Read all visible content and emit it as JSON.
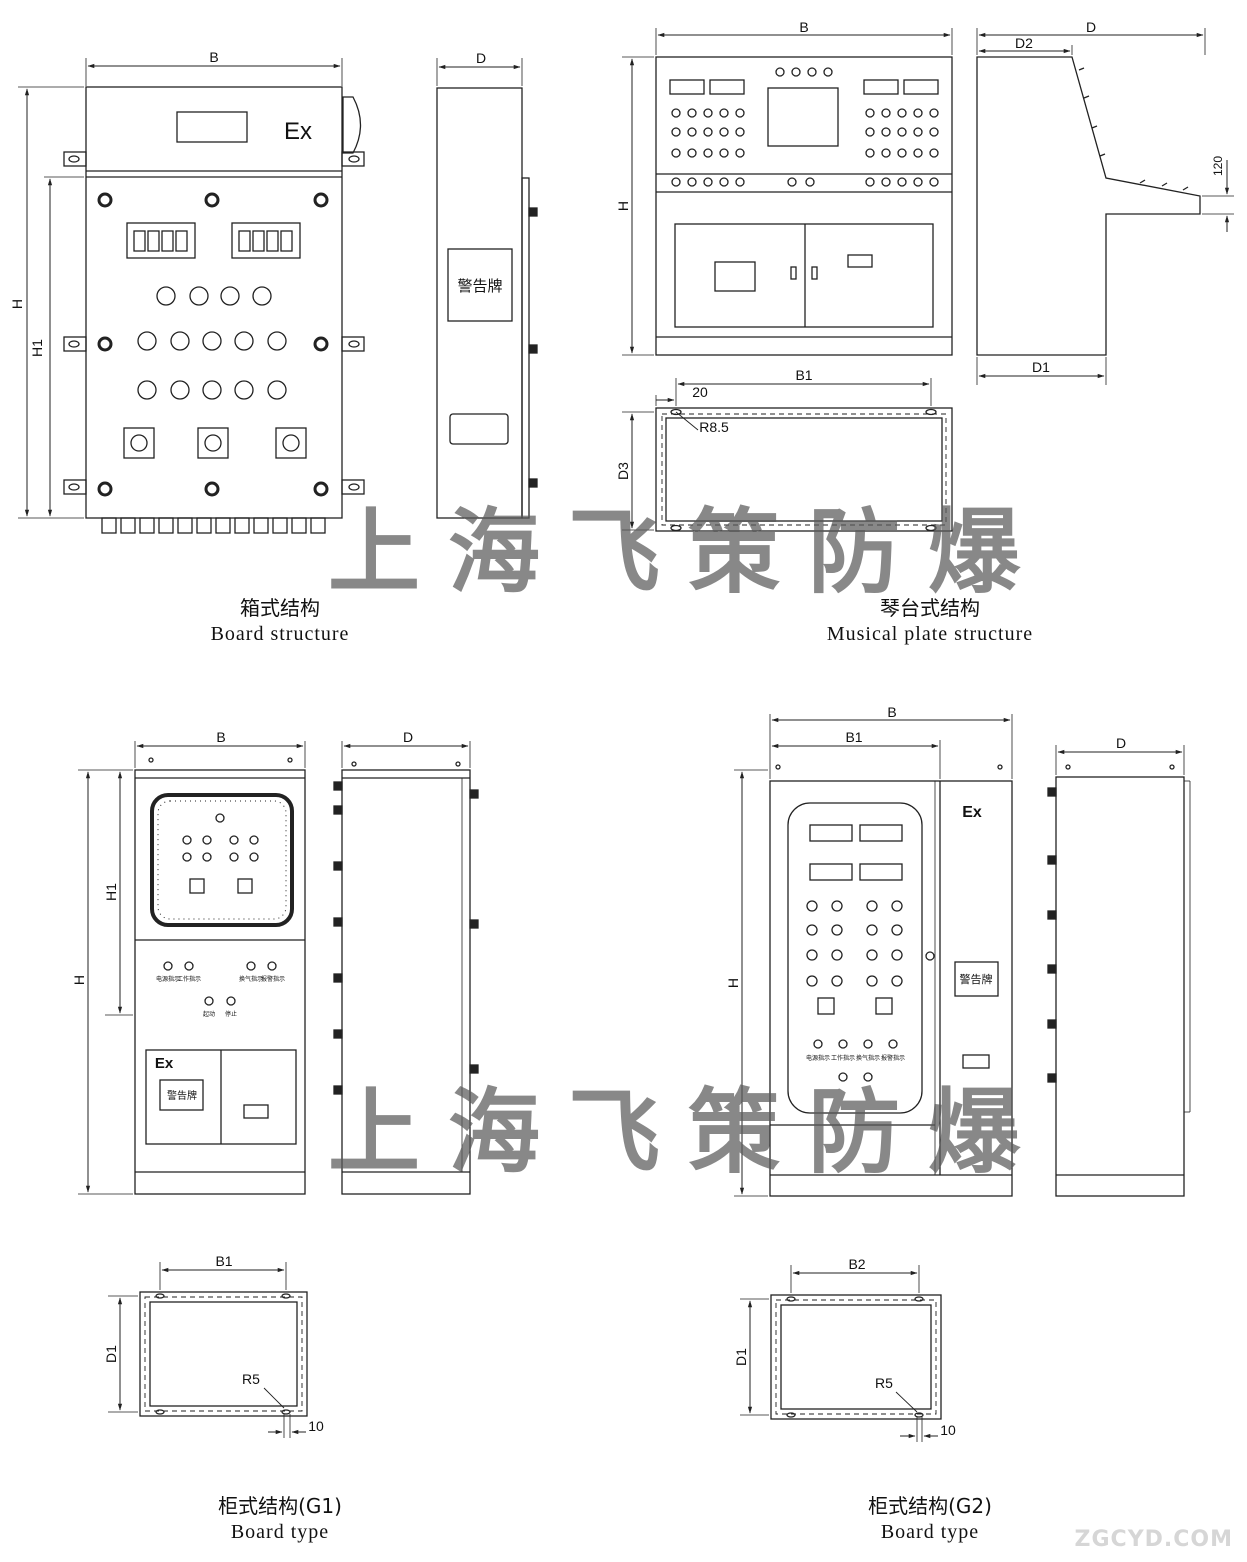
{
  "captions": {
    "box": {
      "cn": "箱式结构",
      "en": "Board  structure"
    },
    "piano": {
      "cn": "琴台式结构",
      "en": "Musical  plate structure"
    },
    "g1": {
      "cn": "柜式结构(G1)",
      "en": "Board  type"
    },
    "g2": {
      "cn": "柜式结构(G2)",
      "en": "Board  type"
    }
  },
  "watermark": "上海飞策防爆",
  "site_mark": "ZGCYD.COM",
  "ex_mark": "Ex",
  "warning_sign": "警告牌",
  "dims": {
    "B": "B",
    "D": "D",
    "H": "H",
    "H1": "H1",
    "B1": "B1",
    "B2": "B2",
    "D1": "D1",
    "D2": "D2",
    "D3": "D3",
    "r85": "R8.5",
    "r5": "R5",
    "v20": "20",
    "v120": "120",
    "v10": "10"
  },
  "g1_labels": {
    "power": "电源指示",
    "work": "工作指示",
    "vent": "换气指示",
    "alarm": "报警指示",
    "start": "起动",
    "stop": "停止"
  },
  "colors": {
    "line": "#222222",
    "watermark": "#5a5a5a",
    "site": "#d6d6d6"
  }
}
